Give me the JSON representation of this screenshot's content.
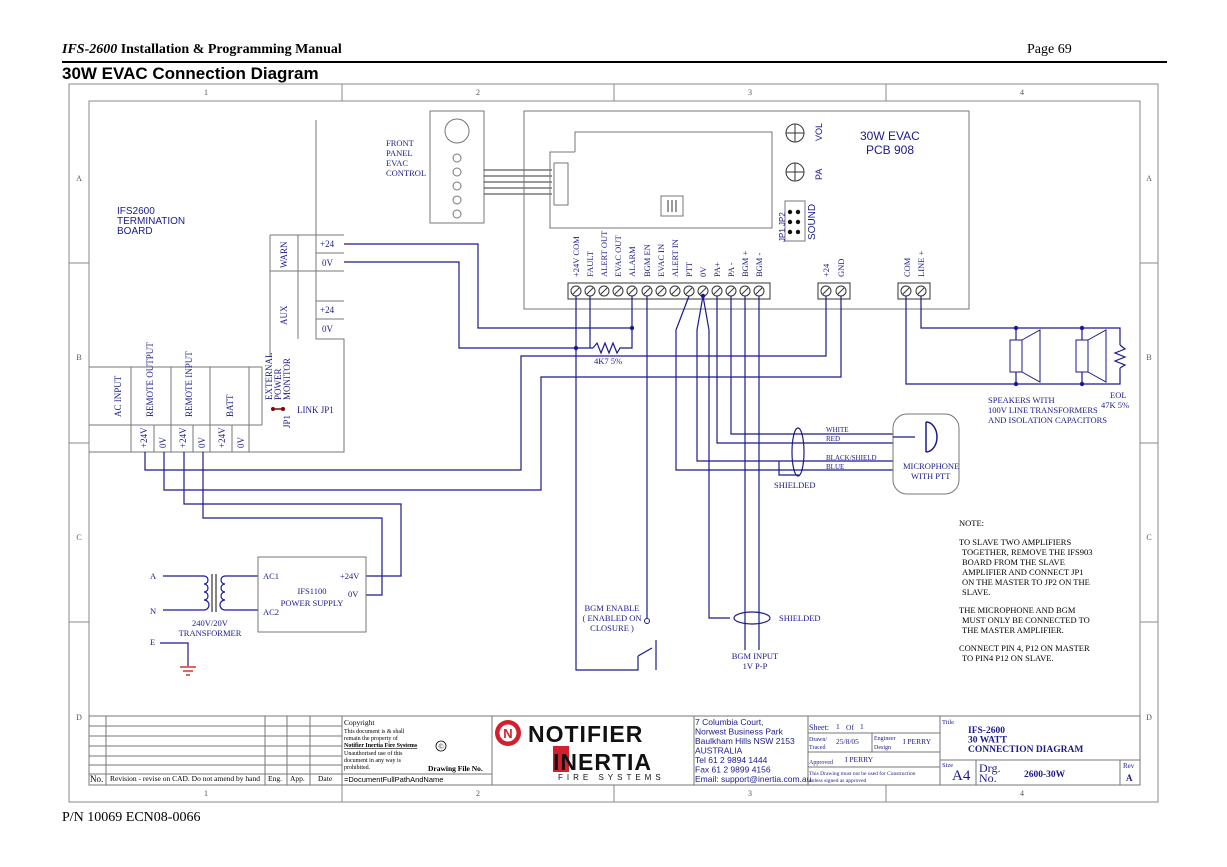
{
  "header": {
    "manual_title_italic": "IFS-2600",
    "manual_title_rest": " Installation & Programming Manual",
    "page_label": "Page",
    "page_number": "69"
  },
  "diagram_title": "30W EVAC Connection Diagram",
  "footer": "P/N 10069 ECN08-0066",
  "grid": {
    "columns": [
      "1",
      "2",
      "3",
      "4"
    ],
    "rows": [
      "A",
      "B",
      "C",
      "D"
    ]
  },
  "termination_board": {
    "label_lines": [
      "IFS2600",
      "TERMINATION",
      "BOARD"
    ],
    "warn": "WARN",
    "aux": "AUX",
    "plus24": "+24",
    "zero_v": "0V",
    "bottom_headers": [
      "AC INPUT",
      "REMOTE OUTPUT",
      "REMOTE INPUT",
      "BATT"
    ],
    "bottom_terms": [
      "+24V",
      "0V",
      "+24V",
      "0V",
      "+24V",
      "0V"
    ],
    "ext_power_lines": [
      "EXTERNAL",
      "POWER",
      "MONITOR"
    ],
    "jp1": "JP1",
    "link_jp1": "LINK JP1"
  },
  "front_panel": {
    "label_lines": [
      "FRONT",
      "PANEL",
      "EVAC",
      "CONTROL"
    ]
  },
  "pcb": {
    "title_lines": [
      "30W  EVAC",
      "PCB 908"
    ],
    "vol": "VOL",
    "pa": "PA",
    "jp_label": "JP1 JP2",
    "sound": "SOUND",
    "terminals": [
      "+24V COM",
      "FAULT",
      "ALERT OUT",
      "EVAC OUT",
      "ALARM",
      "BGM EN",
      "EVAC IN",
      "ALERT IN",
      "PTT",
      "0V",
      "PA+",
      "PA -",
      "BGM +",
      "BGM -"
    ],
    "power_terms": [
      "+24",
      "GND"
    ],
    "line_terms": [
      "COM",
      "LINE +"
    ]
  },
  "resistor_label": "4K7 5%",
  "speakers": {
    "label_lines": [
      "SPEAKERS WITH",
      "100V LINE TRANSFORMERS",
      "AND ISOLATION CAPACITORS"
    ],
    "eol_lines": [
      "EOL",
      "47K 5%"
    ]
  },
  "microphone": {
    "wire_labels": [
      "WHITE",
      "RED",
      "BLACK/SHIELD",
      "BLUE"
    ],
    "label_lines": [
      "MICROPHONE",
      "WITH PTT"
    ],
    "shielded": "SHIELDED"
  },
  "power_supply": {
    "a": "A",
    "n": "N",
    "e": "E",
    "ac1": "AC1",
    "ac2": "AC2",
    "plus24v": "+24V",
    "zero_v": "0V",
    "label_lines": [
      "IFS1100",
      "POWER SUPPLY"
    ],
    "transformer_lines": [
      "240V/20V",
      "TRANSFORMER"
    ]
  },
  "bgm_enable": {
    "label_lines": [
      "BGM ENABLE",
      "( ENABLED ON",
      "CLOSURE )"
    ]
  },
  "bgm_input": {
    "shielded": "SHIELDED",
    "label_lines": [
      "BGM INPUT",
      "1V P-P"
    ]
  },
  "notes": {
    "heading": "NOTE:",
    "lines": [
      "TO SLAVE TWO AMPLIFIERS",
      "TOGETHER, REMOVE THE IFS903",
      "BOARD FROM THE SLAVE",
      "AMPLIFIER AND CONNECT JP1",
      "ON THE MASTER TO JP2 ON THE",
      "SLAVE.",
      "",
      "THE MICROPHONE AND BGM",
      "MUST ONLY BE CONNECTED TO",
      "THE MASTER AMPLIFIER.",
      "",
      "CONNECT PIN 4, P12 ON MASTER",
      "TO PIN4 P12 ON SLAVE."
    ]
  },
  "title_block": {
    "revision_headers": [
      "No.",
      "Revision - revise on CAD.  Do not amend by hand",
      "Eng.",
      "App.",
      "Date"
    ],
    "copyright_lines": [
      "Copyright",
      "This document is & shall",
      "remain the property of",
      "Notifier Inertia Fire Systems",
      "Unauthorised use of this",
      "document in any way is",
      "prohibited."
    ],
    "copyright_symbol": "©",
    "drawing_file_no": "Drawing File No.",
    "doc_path": "=DocumentFullPathAndName",
    "logo_notifier": "NOTIFIER",
    "logo_inertia": "INERTIA",
    "logo_fire": "FIRE SYSTEMS",
    "address_lines": [
      "7 Columbia Court,",
      "Norwest Business Park",
      "Baulkham Hills NSW 2153",
      "AUSTRALIA",
      "Tel   61 2 9894 1444",
      "Fax  61 2 9899 4156",
      "Email: support@inertia.com.au"
    ],
    "sheet_label": "Sheet:",
    "sheet_num": "1",
    "of_label": "Of",
    "sheet_total": "1",
    "drawn_label": "Drawn/",
    "traced_label": "Traced",
    "drawn_date": "25/8/05",
    "engineer_label": "Engineer",
    "design_label": "Design",
    "engineer_name": "I PERRY",
    "approved_label": "Approved",
    "approved_name": "I PERRY",
    "construction_note_lines": [
      "This Drawing must not be used for Construction",
      "unless signed as approved"
    ],
    "title_label": "Title",
    "title_lines": [
      "IFS-2600",
      "30 WATT",
      "CONNECTION DIAGRAM"
    ],
    "size_label": "Size",
    "size_value": "A4",
    "drg_label": "Drg.",
    "no_label": "No.",
    "drg_number": "2600-30W",
    "rev_label": "Rev",
    "rev_value": "A"
  },
  "colors": {
    "wire": "#1a1a8c",
    "border": "#777777",
    "text": "#000000",
    "logo_red": "#d2202f"
  }
}
